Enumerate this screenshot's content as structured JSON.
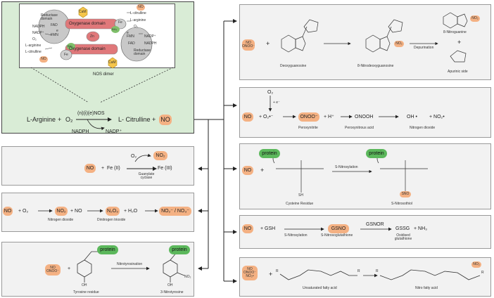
{
  "nos": {
    "dimer_label": "NOS dimer",
    "cam": "CaM",
    "fe": "Fe",
    "zn": "Zn",
    "bh4": "BH₄",
    "fmn": "FMN",
    "fad": "FAD",
    "nadph": "NADPH",
    "nadp": "NADP⁺",
    "e": "e",
    "o2": "O₂",
    "oxygenase": "Oxygenase domain",
    "reductase": "Reductase domain",
    "l_arginine": "L-arginine",
    "l_citrulline": "L-citrulline",
    "no": "NO"
  },
  "main_reaction": {
    "l_arginine": "L-Arginine",
    "plus": "+",
    "o2": "O₂",
    "enzyme": "(n)(i)(e)NOS",
    "l_citrulline": "L- Citrulline",
    "no": "NO",
    "nadph": "NADPH",
    "nadp": "NADP⁺"
  },
  "guanylate": {
    "no": "NO",
    "plus": "+",
    "fe2": "Fe (II)",
    "o2": "O₂",
    "no2": "NO₂",
    "fe3": "Fe (III)",
    "enzyme": "Guanylate cyclase"
  },
  "dinitrogen": {
    "no": "NO",
    "o2": "+ O₂",
    "no2": "NO₂",
    "plus_no": "+ NO",
    "n2o3": "N₂O₃",
    "h2o": "+ H₂O",
    "products": "NO₂⁻ / NO₃⁻",
    "nitrogen_dioxide": "Nitrogen dioxide",
    "dinitrogen_trioxide": "Dinitrogen trioxide"
  },
  "tyrosine": {
    "reactant": "NO ONOO⁻",
    "plus": "+",
    "protein": "protein",
    "oh": "OH",
    "no2": "NO₂",
    "arrow_label": "Nitrotyrosination",
    "tyrosine_residue": "Tyrosine residue",
    "nitrotyrosine": "3-Nitrotyrosine"
  },
  "guanine": {
    "reactant": "NO ONOO⁻",
    "plus": "+",
    "deoxyguanosine": "Deoxyguanosine",
    "nitrodeoxyguanosine": "8-Nitrodeoxyguanosine",
    "depurination": "Depurination",
    "nitroguanine": "8-Nitroguanine",
    "apurinic": "Apurinic side",
    "no2": "NO₂",
    "plus2": "+"
  },
  "peroxynitrite": {
    "no": "NO",
    "o2": "O₂",
    "e": "+ e⁻",
    "superoxide": "+ O₂•⁻",
    "onoo": "ONOO⁻",
    "h": "+ H⁺",
    "onooh": "ONOOH",
    "oh": "OH •",
    "no2": "+ NO₂•",
    "peroxynitrite": "Peroxynitrite",
    "peroxynitrous": "Peroxynitrous acid",
    "nitrogen_dioxide": "Nitrogen dioxide"
  },
  "cysteine": {
    "no": "NO",
    "plus": "+",
    "protein": "protein",
    "sh": "SH",
    "sno": "SNO",
    "arrow_label": "S-Nitrosylation",
    "cysteine_residue": "Cysteine Residue",
    "nitrosothiol": "S-Nitrosothiol"
  },
  "gsh": {
    "no": "NO",
    "gsh": "+ GSH",
    "gsno": "GSNO",
    "gsnor": "GSNOR",
    "gssg": "GSSG",
    "nh3": "+ NH₃",
    "nitrosylation": "S-Nitrosylation",
    "nitrosoglutathione": "S-Nitrosoglutathione",
    "oxidised": "Oxidised glutathione"
  },
  "fatty": {
    "reactant": "NO ONOO⁻ NO₂•",
    "plus": "+",
    "r": "R",
    "no2": "NO₂",
    "unsaturated": "Unsaturated fatty acid",
    "nitro": "Nitro fatty acid"
  }
}
